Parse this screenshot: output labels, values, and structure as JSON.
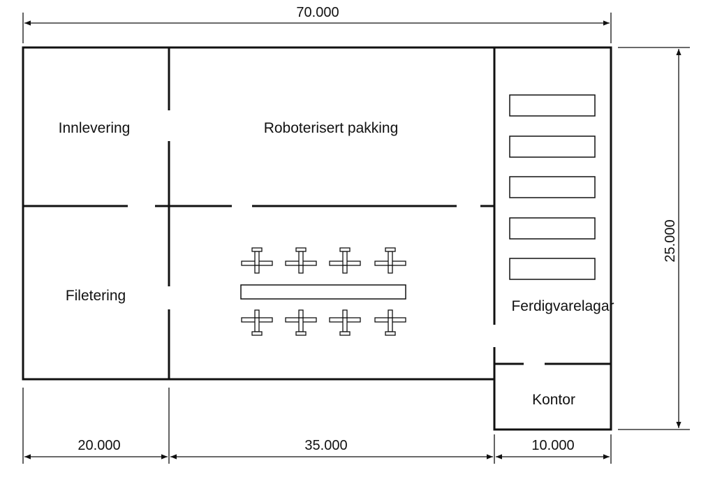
{
  "dimensions": {
    "total_width": "70.000",
    "total_height": "25.000",
    "segment_1": "20.000",
    "segment_2": "35.000",
    "segment_3": "10.000"
  },
  "rooms": {
    "innlevering": "Innlevering",
    "roboterisert_pakking": "Roboterisert pakking",
    "filetering": "Filetering",
    "ferdigvarelagar": "Ferdigvarelagar",
    "kontor": "Kontor"
  },
  "robots": {
    "top_row_count": 4,
    "bottom_row_count": 4
  },
  "storage_racks": {
    "count": 5
  }
}
